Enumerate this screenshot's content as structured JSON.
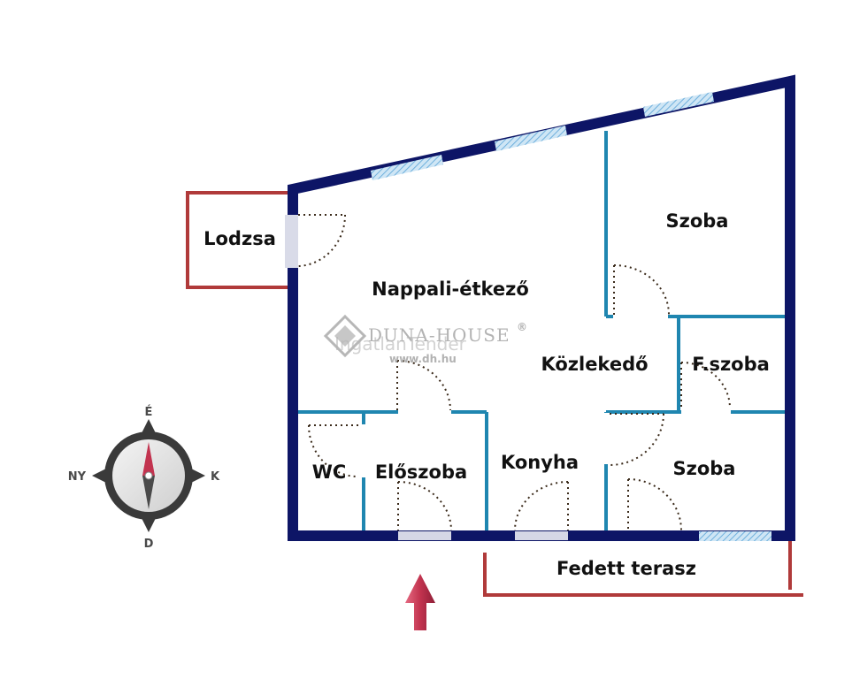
{
  "rooms": {
    "lodzsa": "Lodzsa",
    "nappali": "Nappali-étkező",
    "szoba_top": "Szoba",
    "kozlekedo": "Közlekedő",
    "fszoba": "F.szoba",
    "wc": "WC",
    "eloszoba": "Előszoba",
    "konyha": "Konyha",
    "szoba_bottom": "Szoba",
    "terasz": "Fedett terasz"
  },
  "compass": {
    "north": "É",
    "south": "D",
    "west": "NY",
    "east": "K"
  },
  "watermark": {
    "brand": "DUNA-HOUSE",
    "registered": "®",
    "sub": "IngatlanTender",
    "url": "www.dh.hu"
  },
  "colors": {
    "outer_wall": "#0d1566",
    "inner_wall": "#1f86b0",
    "balcony_outline": "#b03a3a",
    "window": "#8ec5e6",
    "entrance_arrow": "#c2334f",
    "door_arc": "#3a2a1a"
  }
}
